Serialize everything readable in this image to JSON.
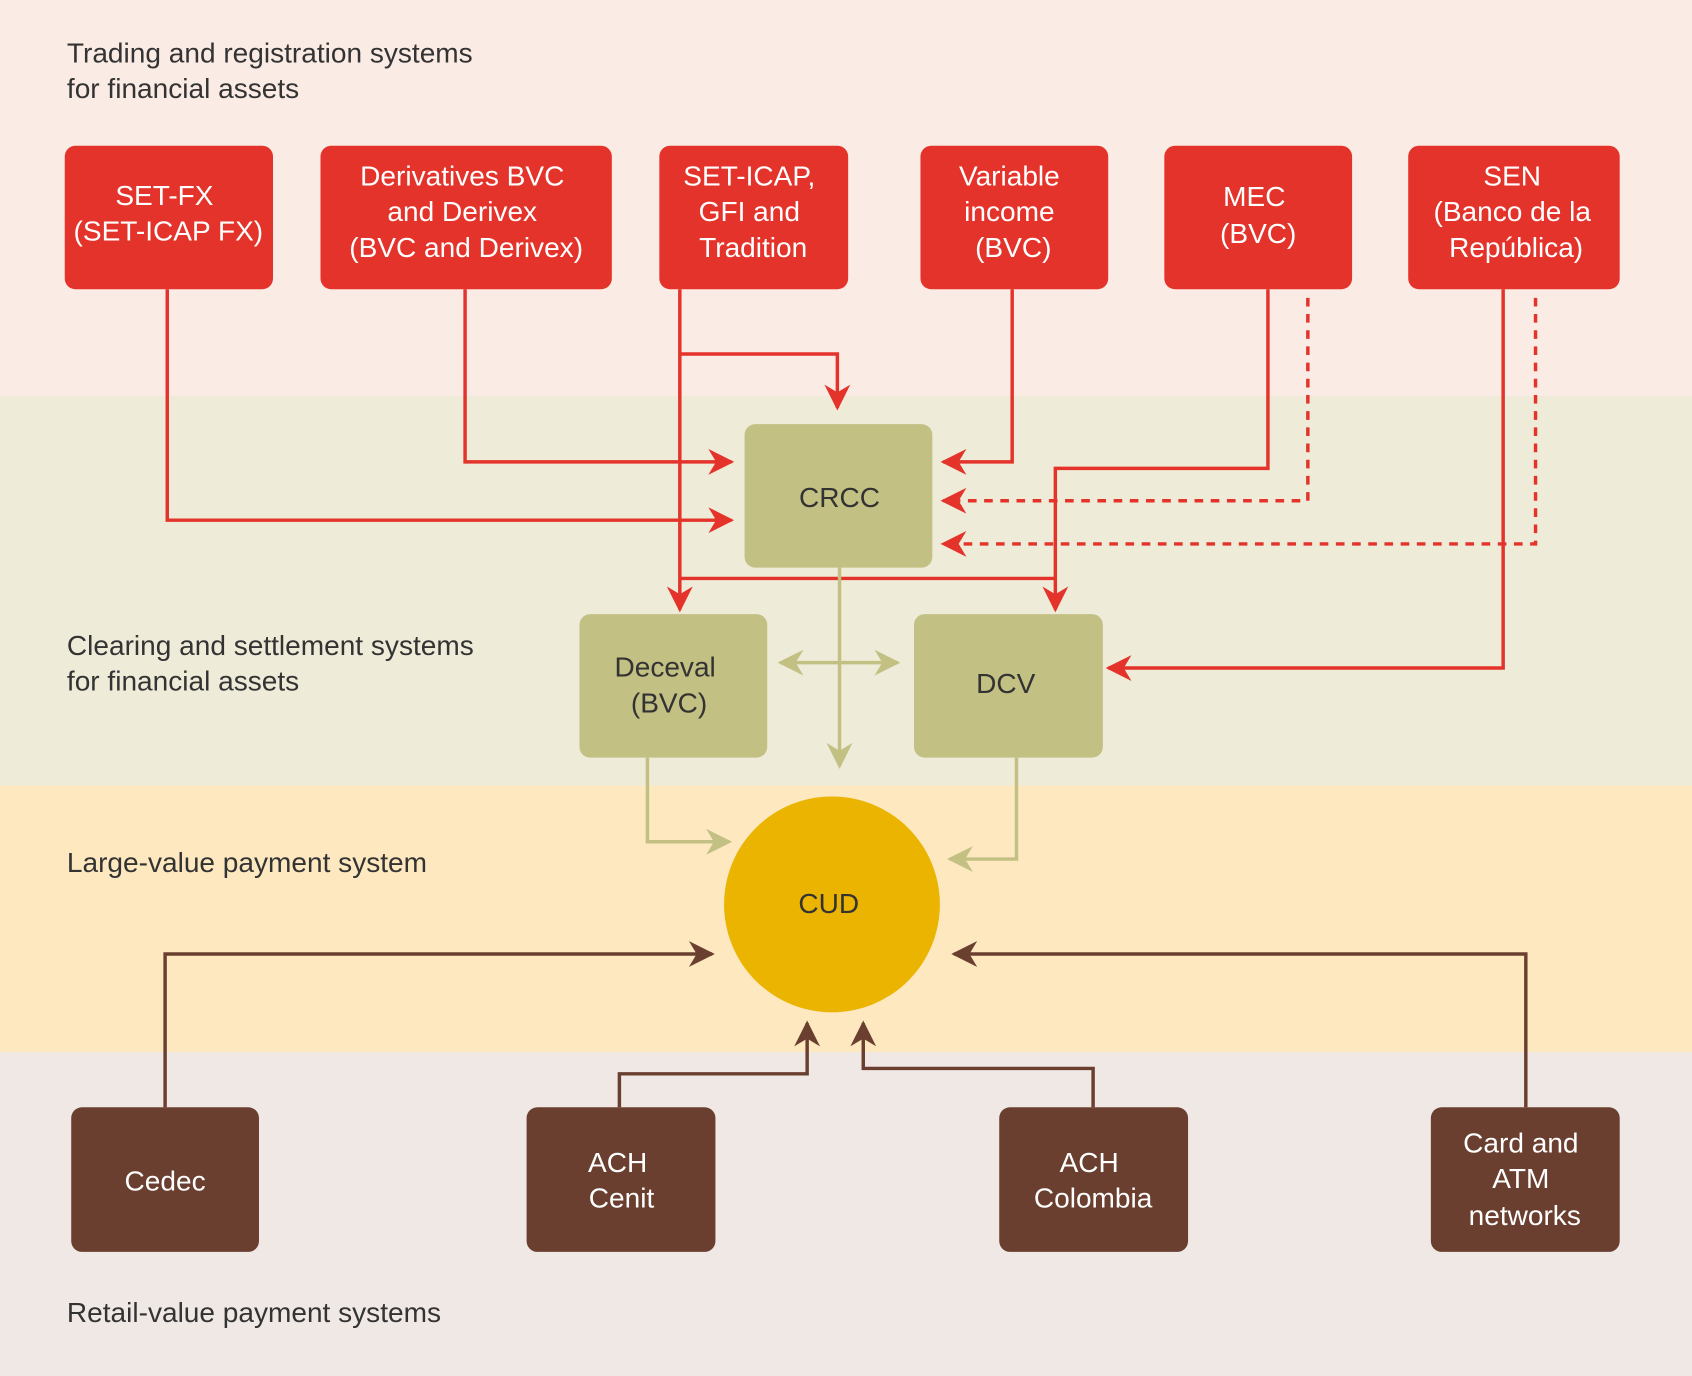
{
  "colors": {
    "band_trading": "#fbebe5",
    "band_clearing": "#efebd9",
    "band_large_value": "#fde8c0",
    "band_retail": "#f0e8e5",
    "red_node": "#e4332a",
    "olive_node": "#c2c083",
    "cud_circle": "#eab400",
    "brown_node": "#6a3f2f"
  },
  "bands": {
    "trading": {
      "line1": "Trading and registration systems",
      "line2": "for financial assets"
    },
    "clearing": {
      "line1": "Clearing and settlement systems",
      "line2": "for financial assets"
    },
    "large_value": {
      "line1": "Large-value payment system"
    },
    "retail": {
      "line1": "Retail-value payment systems"
    }
  },
  "trading_nodes": [
    {
      "id": "set-fx",
      "lines": [
        "SET-FX",
        "(SET-ICAP FX)"
      ]
    },
    {
      "id": "derivatives",
      "lines": [
        "Derivatives BVC",
        "and Derivex",
        "(BVC and Derivex)"
      ]
    },
    {
      "id": "set-icap",
      "lines": [
        "SET-ICAP,",
        "GFI and",
        "Tradition"
      ]
    },
    {
      "id": "variable-income",
      "lines": [
        "Variable",
        "income",
        "(BVC)"
      ]
    },
    {
      "id": "mec",
      "lines": [
        "MEC",
        "(BVC)"
      ]
    },
    {
      "id": "sen",
      "lines": [
        "SEN",
        "(Banco de la",
        "República)"
      ]
    }
  ],
  "clearing_nodes": {
    "crcc": {
      "lines": [
        "CRCC"
      ]
    },
    "deceval": {
      "lines": [
        "Deceval",
        "(BVC)"
      ]
    },
    "dcv": {
      "lines": [
        "DCV"
      ]
    }
  },
  "large_value_node": {
    "lines": [
      "CUD"
    ]
  },
  "retail_nodes": [
    {
      "id": "cedec",
      "lines": [
        "Cedec"
      ]
    },
    {
      "id": "ach-cenit",
      "lines": [
        "ACH",
        "Cenit"
      ]
    },
    {
      "id": "ach-colombia",
      "lines": [
        "ACH",
        "Colombia"
      ]
    },
    {
      "id": "card-atm",
      "lines": [
        "Card and",
        "ATM",
        "networks"
      ]
    }
  ],
  "connections": [
    {
      "from": "set-fx",
      "to": "crcc",
      "style": "solid"
    },
    {
      "from": "derivatives",
      "to": "crcc",
      "style": "solid"
    },
    {
      "from": "set-icap",
      "to": "crcc",
      "style": "solid"
    },
    {
      "from": "set-icap",
      "to": "deceval",
      "style": "solid"
    },
    {
      "from": "set-icap",
      "to": "dcv",
      "style": "solid"
    },
    {
      "from": "variable-income",
      "to": "crcc",
      "style": "solid"
    },
    {
      "from": "mec",
      "to": "dcv",
      "style": "solid"
    },
    {
      "from": "mec",
      "to": "crcc",
      "style": "dotted"
    },
    {
      "from": "sen",
      "to": "dcv",
      "style": "solid"
    },
    {
      "from": "sen",
      "to": "crcc",
      "style": "dotted"
    },
    {
      "from": "crcc",
      "to": "cud",
      "style": "solid"
    },
    {
      "from": "deceval",
      "to": "dcv",
      "style": "bidirectional"
    },
    {
      "from": "deceval",
      "to": "cud",
      "style": "solid"
    },
    {
      "from": "dcv",
      "to": "cud",
      "style": "solid"
    },
    {
      "from": "cedec",
      "to": "cud",
      "style": "solid"
    },
    {
      "from": "ach-cenit",
      "to": "cud",
      "style": "solid"
    },
    {
      "from": "ach-colombia",
      "to": "cud",
      "style": "solid"
    },
    {
      "from": "card-atm",
      "to": "cud",
      "style": "solid"
    }
  ]
}
